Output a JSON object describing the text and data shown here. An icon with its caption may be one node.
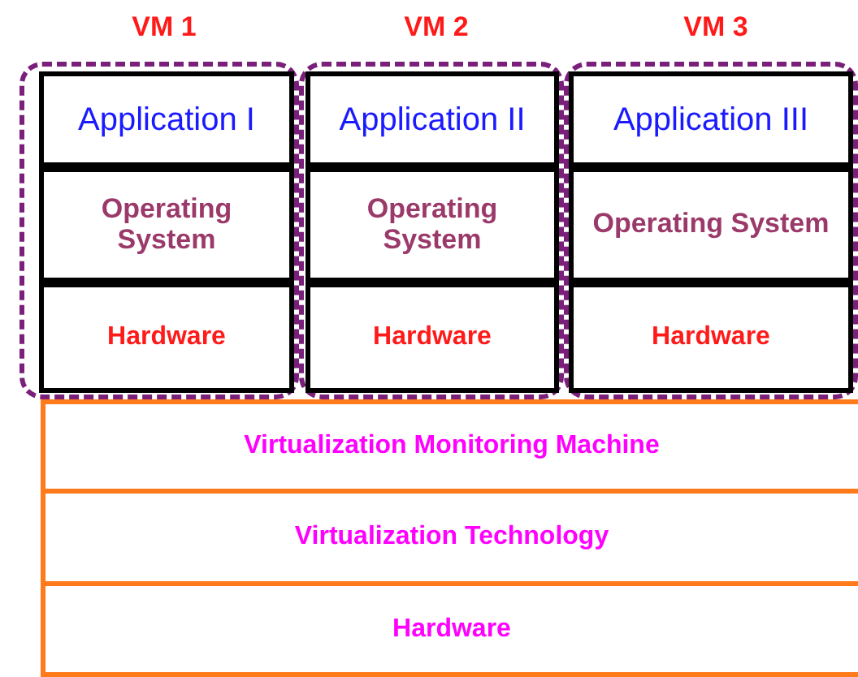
{
  "diagram": {
    "nodes": [
      {
        "text": [
          "VM 1"
        ]
      },
      {
        "text": [
          "Application I"
        ],
        "in": 0
      },
      {
        "text": [
          "Operating System"
        ],
        "in": 0
      },
      {
        "text": [
          "Hardware"
        ],
        "in": 0
      },
      {
        "text": [
          "VM 2"
        ]
      },
      {
        "text": [
          "Application II"
        ],
        "in": 4
      },
      {
        "text": [
          "Operating System"
        ],
        "in": 4
      },
      {
        "text": [
          "Hardware"
        ],
        "in": 4
      },
      {
        "text": [
          "VM 3"
        ]
      },
      {
        "text": [
          "Application III"
        ],
        "in": 8
      },
      {
        "text": [
          "Operating System"
        ],
        "in": 8
      },
      {
        "text": [
          "Hardware"
        ],
        "in": 8
      },
      {
        "text": [
          "Virtualization Monitoring Machine"
        ]
      },
      {
        "text": [
          "Virtualization Technology"
        ]
      },
      {
        "text": [
          "Hardware"
        ]
      }
    ],
    "edges": []
  }
}
